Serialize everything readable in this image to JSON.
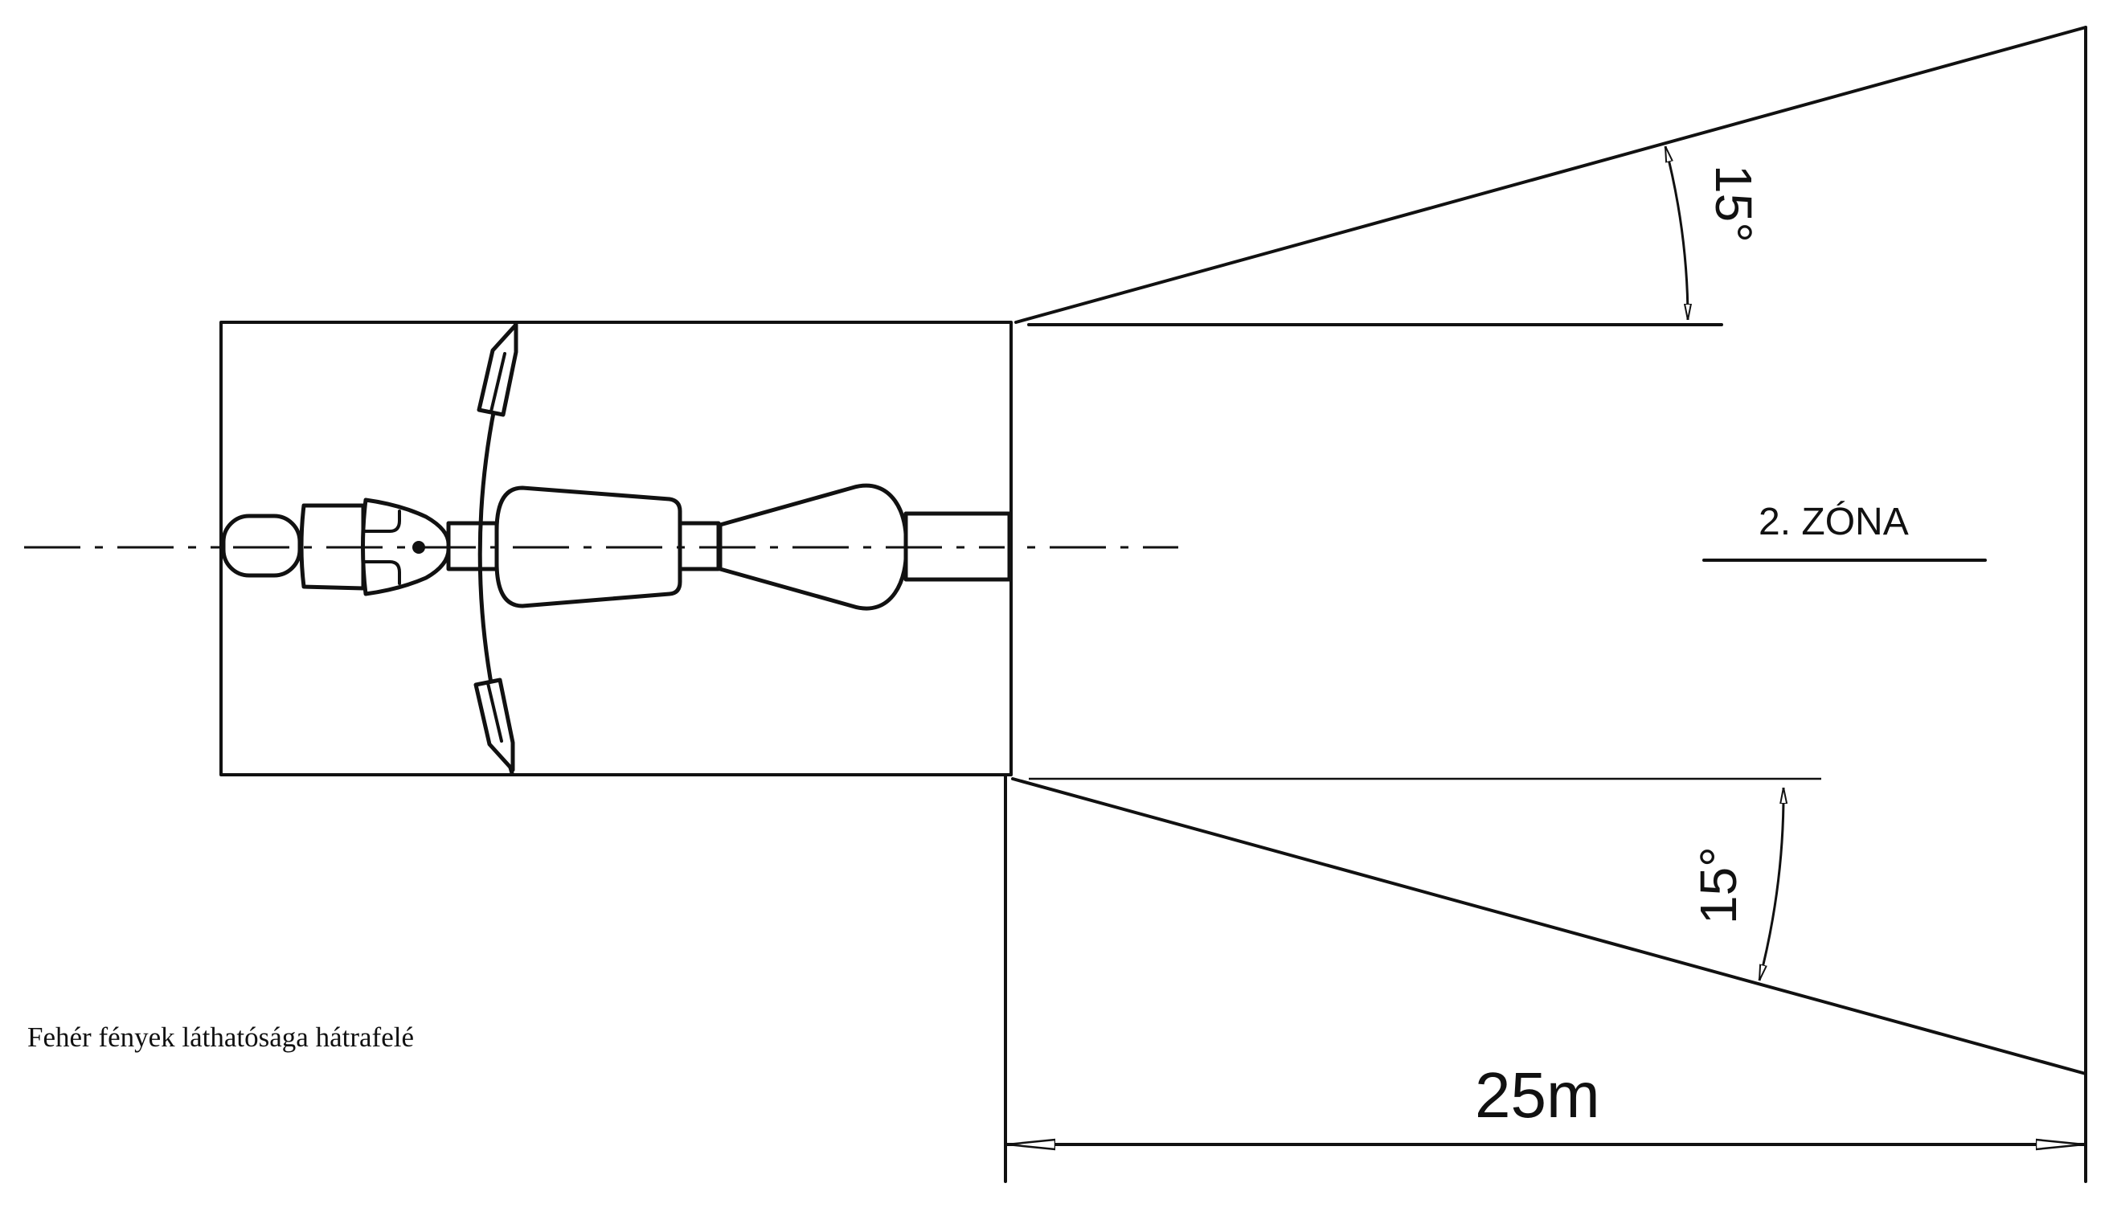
{
  "caption": "Fehér fények láthatósága hátrafelé",
  "zone_label": "2. ZÓNA",
  "distance_label": "25m",
  "angle_top_label": "15°",
  "angle_bottom_label": "15°"
}
